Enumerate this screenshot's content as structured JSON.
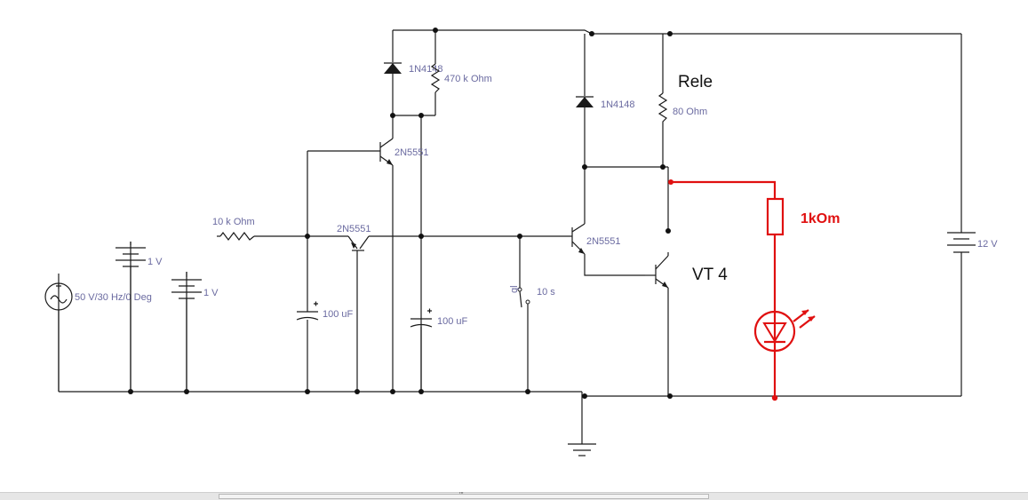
{
  "labels": {
    "vt1_model": "2N5551",
    "vt2_model": "2N5551",
    "vt3_model": "2N5551",
    "d1_model": "1N4148",
    "d2_model": "1N4148",
    "r_bias": "470 k Ohm",
    "r_in": "10 k Ohm",
    "relay_coil": "80  Ohm",
    "relay_name": "Rele",
    "vt4_name": "VT 4",
    "r_led": "1kOm",
    "cap1": "100 uF",
    "cap2": "100 uF",
    "switch_time": "10 s",
    "switch_key": "ql",
    "battery1": "1 V",
    "battery2": "1 V",
    "battery_supply": "12 V",
    "ac_source": "50 V/30 Hz/0 Deg"
  },
  "colors": {
    "wire": "#1a1a1a",
    "component_label": "#6a6aa0",
    "added_circuit": "#e01010",
    "background": "#ffffff"
  },
  "scrollbar": {
    "grip": "'''"
  }
}
